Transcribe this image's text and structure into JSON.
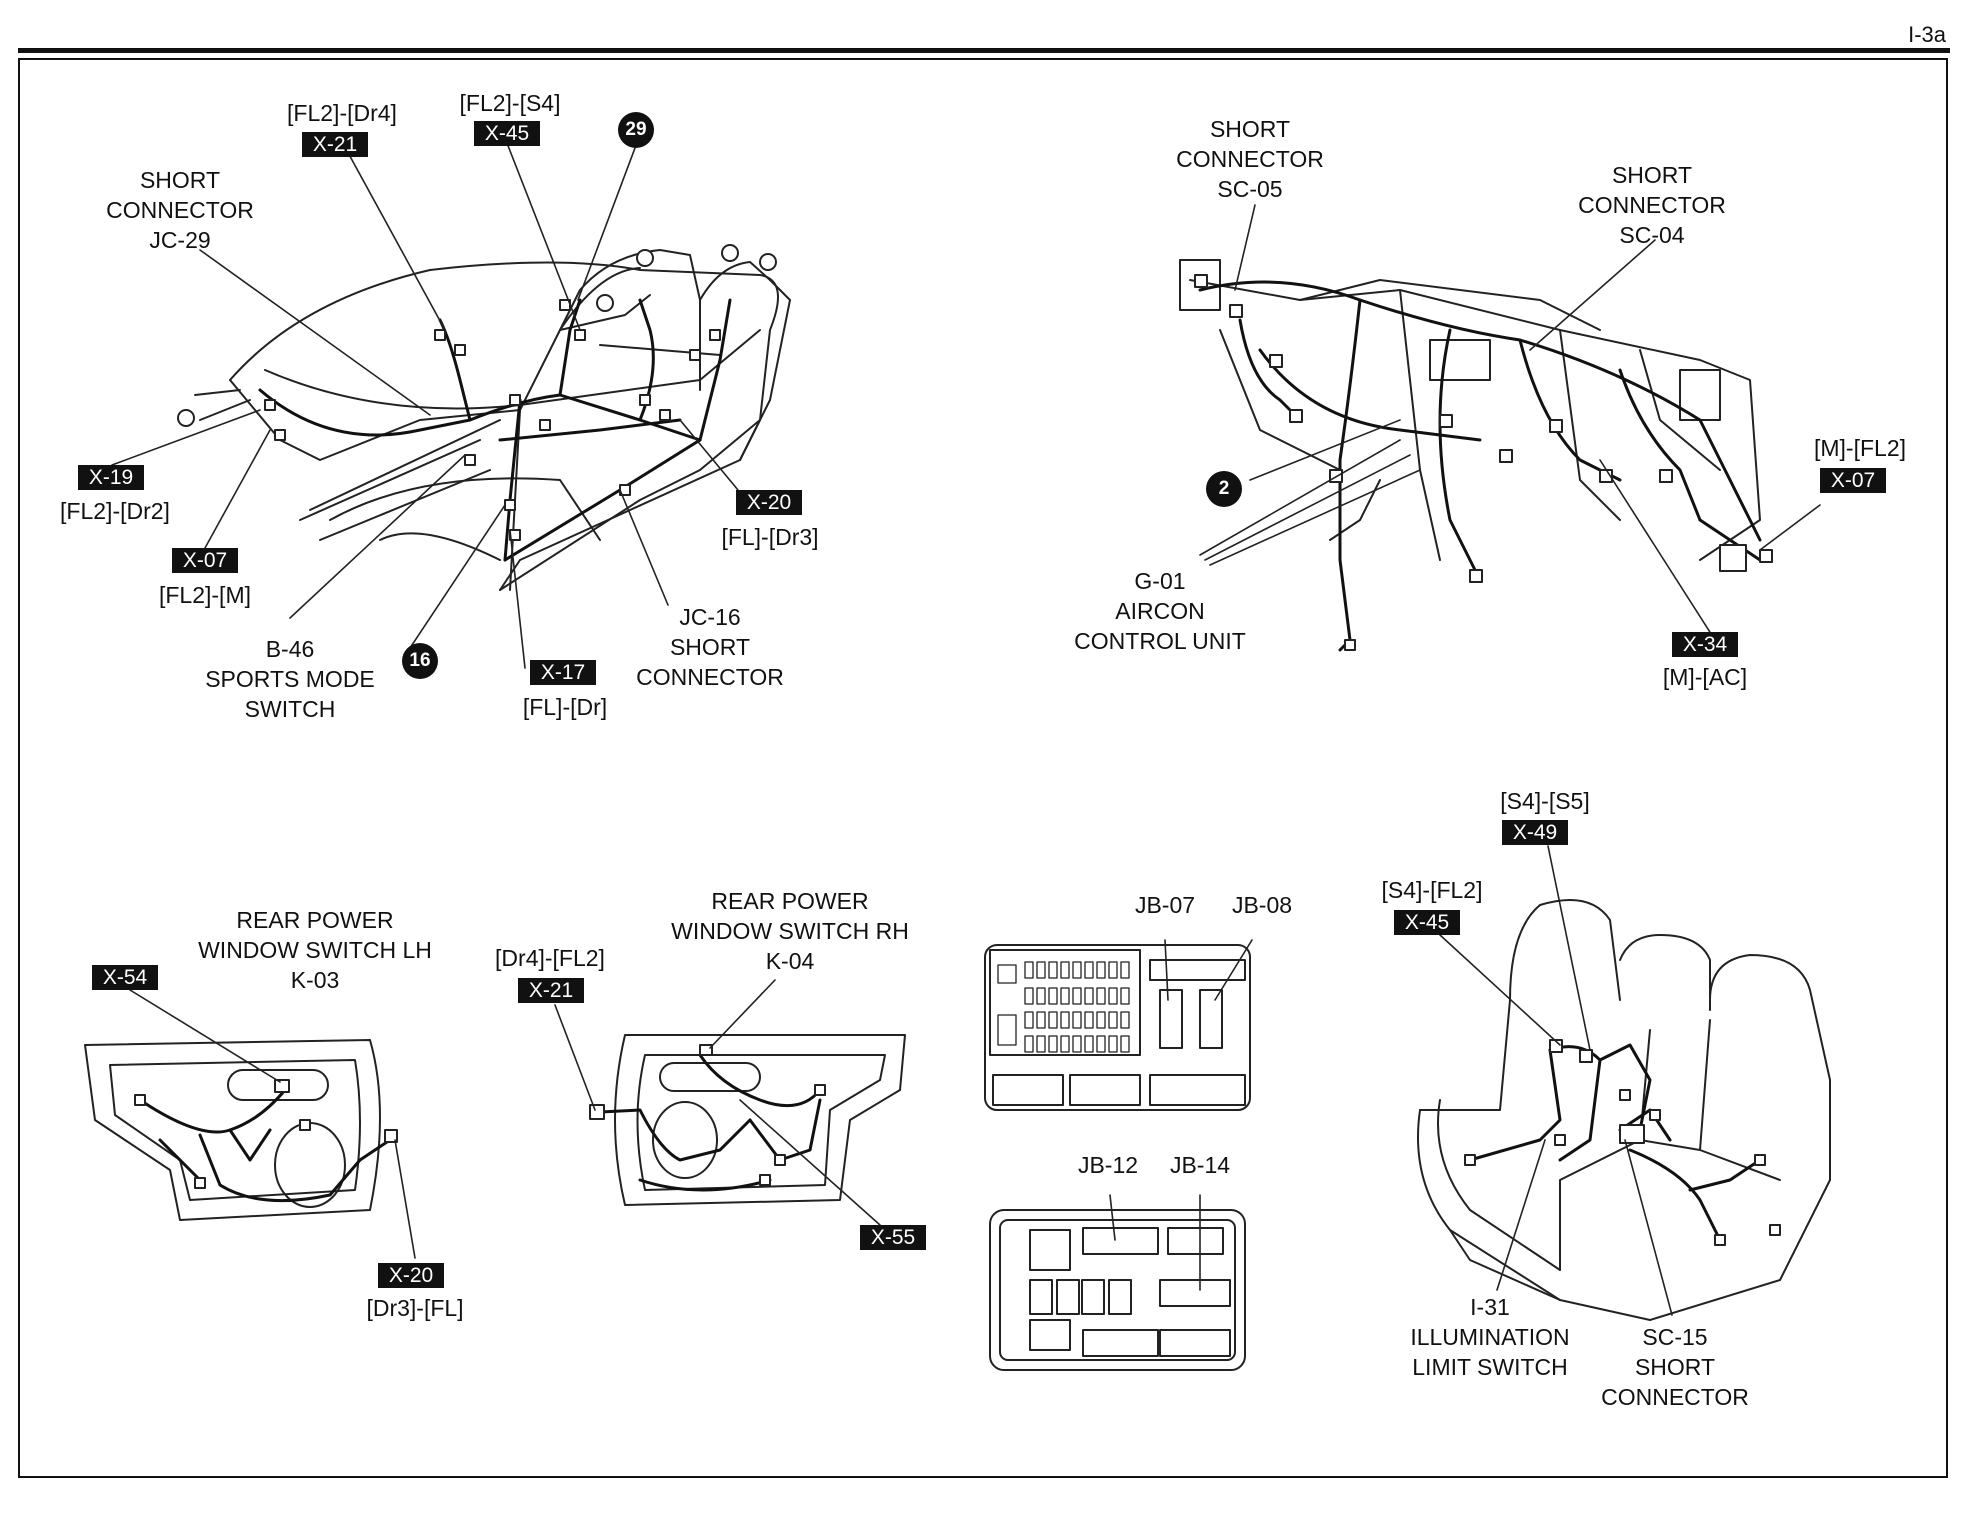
{
  "page_ref": "I-3a",
  "panel_top_left": {
    "short_connector_jc29": [
      "SHORT",
      "CONNECTOR",
      "JC-29"
    ],
    "x21": {
      "route": "[FL2]-[Dr4]",
      "code": "X-21"
    },
    "x45": {
      "route": "[FL2]-[S4]",
      "code": "X-45"
    },
    "bullet29": "29",
    "x19": {
      "code": "X-19",
      "route": "[FL2]-[Dr2]"
    },
    "x07": {
      "code": "X-07",
      "route": "[FL2]-[M]"
    },
    "x20": {
      "code": "X-20",
      "route": "[FL]-[Dr3]"
    },
    "b46": [
      "B-46",
      "SPORTS MODE",
      "SWITCH"
    ],
    "bullet16": "16",
    "x17": {
      "code": "X-17",
      "route": "[FL]-[Dr]"
    },
    "jc16": [
      "JC-16",
      "SHORT",
      "CONNECTOR"
    ]
  },
  "panel_top_right": {
    "sc05": [
      "SHORT",
      "CONNECTOR",
      "SC-05"
    ],
    "sc04": [
      "SHORT",
      "CONNECTOR",
      "SC-04"
    ],
    "bullet2": "2",
    "g01": [
      "G-01",
      "AIRCON",
      "CONTROL UNIT"
    ],
    "x07": {
      "route": "[M]-[FL2]",
      "code": "X-07"
    },
    "x34": {
      "code": "X-34",
      "route": "[M]-[AC]"
    }
  },
  "panel_door_lh": {
    "k03": [
      "REAR POWER",
      "WINDOW SWITCH LH",
      "K-03"
    ],
    "x54": {
      "code": "X-54"
    },
    "x20": {
      "code": "X-20",
      "route": "[Dr3]-[FL]"
    }
  },
  "panel_door_rh": {
    "k04": [
      "REAR POWER",
      "WINDOW SWITCH RH",
      "K-04"
    ],
    "x21": {
      "route": "[Dr4]-[FL2]",
      "code": "X-21"
    },
    "x55": {
      "code": "X-55"
    }
  },
  "panel_junction": {
    "jb07": "JB-07",
    "jb08": "JB-08",
    "jb12": "JB-12",
    "jb14": "JB-14"
  },
  "panel_seat": {
    "x49": {
      "route": "[S4]-[S5]",
      "code": "X-49"
    },
    "x45": {
      "route": "[S4]-[FL2]",
      "code": "X-45"
    },
    "i31": [
      "I-31",
      "ILLUMINATION",
      "LIMIT SWITCH"
    ],
    "sc15": [
      "SC-15",
      "SHORT",
      "CONNECTOR"
    ]
  }
}
